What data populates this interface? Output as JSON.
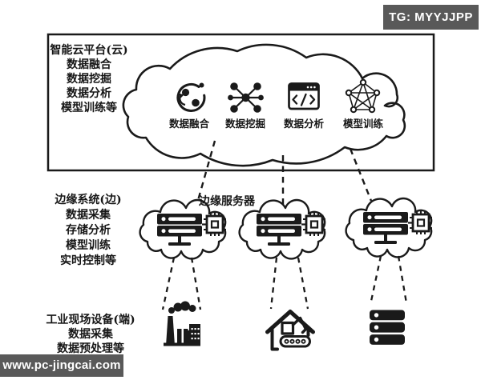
{
  "badge": {
    "label": "TG: MYYJJPP"
  },
  "watermark": {
    "label": "www.pc-jingcai.com"
  },
  "cloud_platform": {
    "title": "智能云平台(云)",
    "capabilities": [
      "数据融合",
      "数据挖掘",
      "数据分析",
      "模型训练等"
    ],
    "modules": [
      {
        "label": "数据融合",
        "icon": "data-fusion-icon"
      },
      {
        "label": "数据挖掘",
        "icon": "data-mining-icon"
      },
      {
        "label": "数据分析",
        "icon": "data-analysis-icon"
      },
      {
        "label": "模型训练",
        "icon": "model-training-icon"
      }
    ]
  },
  "edge_system": {
    "title": "边缘系统(边)",
    "capabilities": [
      "数据采集",
      "存储分析",
      "模型训练",
      "实时控制等"
    ],
    "server_label": "边缘服务器",
    "server_count": 3,
    "node_icons": [
      "cloud-icon",
      "server-icon",
      "cpu-chip-icon"
    ]
  },
  "field_devices": {
    "title": "工业现场设备(端)",
    "capabilities": [
      "数据采集",
      "数据预处理等"
    ],
    "device_icons": [
      "factory-icon",
      "workshop-machine-icon",
      "server-rack-icon"
    ]
  },
  "colors": {
    "ink": "#1a1a1a",
    "badge_bg": "#595959",
    "watermark_bg": "#595959",
    "background": "#ffffff"
  }
}
